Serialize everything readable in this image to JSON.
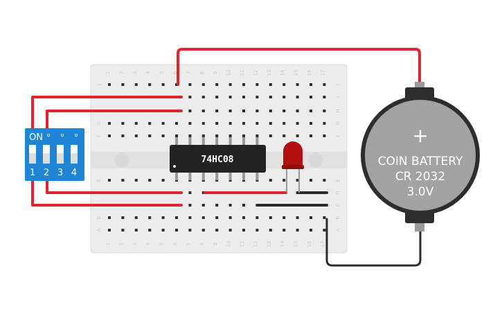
{
  "breadboard": {
    "columns": [
      "1",
      "2",
      "3",
      "4",
      "5",
      "6",
      "7",
      "8",
      "9",
      "10",
      "11",
      "12",
      "13",
      "14",
      "15",
      "16",
      "17"
    ],
    "rows_top": [
      "J",
      "I",
      "H",
      "G",
      "F"
    ],
    "rows_bottom": [
      "E",
      "D",
      "C",
      "B",
      "A"
    ]
  },
  "chip": {
    "label": "74HC08"
  },
  "dip_switch": {
    "on_label": "ON",
    "numbers": [
      "1",
      "2",
      "3",
      "4"
    ]
  },
  "battery": {
    "line1": "COIN BATTERY",
    "line2": "CR 2032",
    "line3": "3.0V",
    "plus": "+"
  },
  "colors": {
    "wire_red": "#e0262d",
    "wire_black": "#2b2b2b",
    "dip_blue": "#1f86d6",
    "chip": "#222222",
    "led": "#b01010",
    "battery": "#2d2d2d",
    "board": "#ececec"
  }
}
